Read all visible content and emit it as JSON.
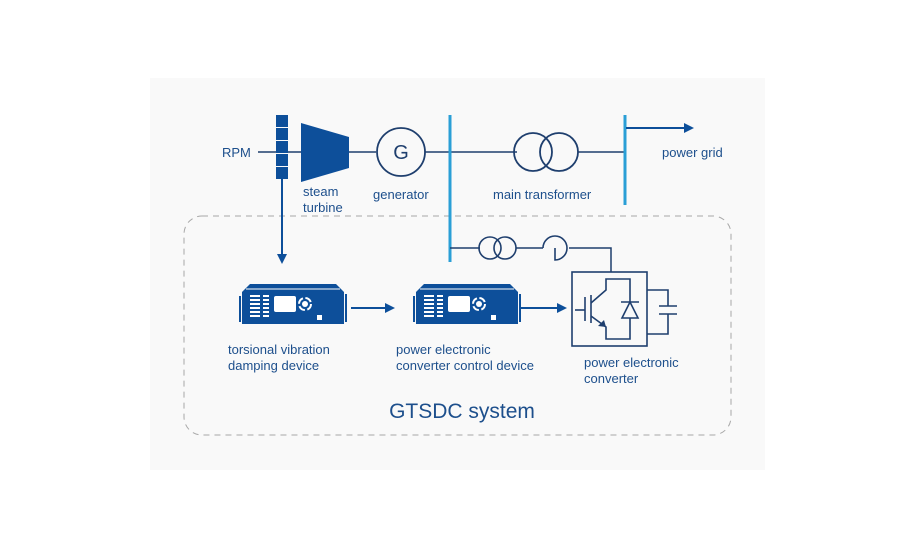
{
  "diagram": {
    "colors": {
      "primary": "#0d4f9a",
      "bus": "#2a9fd6",
      "line": "#1f3f6e",
      "text": "#1d4f8c",
      "dashed_border": "#a8a8a8"
    },
    "top_row": {
      "rpm_label": "RPM",
      "turbine_label_1": "steam",
      "turbine_label_2": "turbine",
      "generator_symbol": "G",
      "generator_label": "generator",
      "transformer_label": "main transformer",
      "grid_label": "power grid"
    },
    "gtsdc": {
      "title": "GTSDC system",
      "damping_device_label_1": "torsional vibration",
      "damping_device_label_2": "damping device",
      "control_device_label_1": "power electronic",
      "control_device_label_2": "converter control device",
      "converter_label_1": "power electronic",
      "converter_label_2": "converter"
    }
  }
}
